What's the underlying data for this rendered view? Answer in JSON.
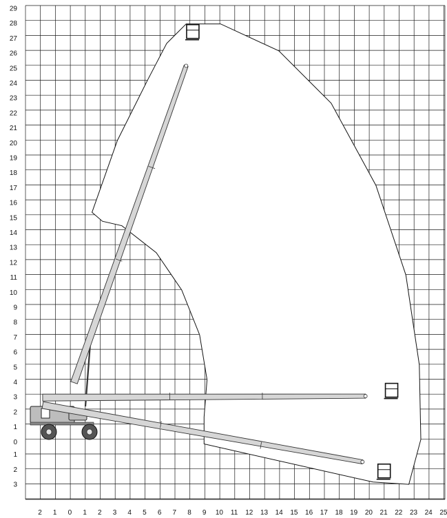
{
  "chart_data": {
    "type": "diagram",
    "title": "",
    "xlabel": "",
    "ylabel": "",
    "x_ticks": [
      "2",
      "1",
      "0",
      "1",
      "2",
      "3",
      "4",
      "5",
      "6",
      "7",
      "8",
      "9",
      "10",
      "11",
      "12",
      "13",
      "14",
      "15",
      "16",
      "17",
      "18",
      "19",
      "20",
      "21",
      "22",
      "23",
      "24",
      "25"
    ],
    "y_ticks_up": [
      "29",
      "28",
      "27",
      "26",
      "25",
      "24",
      "23",
      "22",
      "21",
      "20",
      "19",
      "18",
      "17",
      "16",
      "15",
      "14",
      "13",
      "12",
      "11",
      "10",
      "9",
      "8",
      "7",
      "6",
      "5",
      "4",
      "3",
      "2",
      "1",
      "0"
    ],
    "y_ticks_down": [
      "1",
      "2",
      "3"
    ],
    "x_range": [
      -2,
      25
    ],
    "y_range": [
      -3,
      29
    ],
    "grid": true,
    "working_envelope": [
      [
        8.9,
        27.8
      ],
      [
        10.1,
        27.8
      ],
      [
        14,
        26
      ],
      [
        17.5,
        22.5
      ],
      [
        20.5,
        17
      ],
      [
        22.5,
        11
      ],
      [
        23.4,
        5
      ],
      [
        23.5,
        0
      ],
      [
        22.7,
        -3.0
      ],
      [
        20.3,
        -2.85
      ],
      [
        9.0,
        -0.3
      ],
      [
        9.0,
        1.5
      ],
      [
        9.2,
        4.0
      ],
      [
        8.7,
        7.0
      ],
      [
        7.5,
        10.0
      ],
      [
        5.8,
        12.5
      ],
      [
        3.5,
        14.3
      ],
      [
        2.2,
        14.6
      ],
      [
        1.5,
        15.2
      ],
      [
        3.2,
        20
      ],
      [
        5.2,
        24
      ],
      [
        6.5,
        26.5
      ],
      [
        7.8,
        27.8
      ]
    ],
    "booms": [
      {
        "name": "",
        "from": [
          0.3,
          3.8
        ],
        "to": [
          7.8,
          25.0
        ],
        "joints": [
          [
            3.3,
            12.0
          ],
          [
            5.5,
            18.2
          ]
        ]
      },
      {
        "name": "",
        "from": [
          -1.8,
          2.8
        ],
        "to": [
          19.8,
          2.9
        ],
        "joints": [
          [
            6.7,
            2.9
          ],
          [
            12.9,
            2.9
          ]
        ]
      },
      {
        "name": "",
        "from": [
          -1.8,
          2.3
        ],
        "to": [
          19.6,
          -1.5
        ],
        "joints": [
          [
            6.1,
            1.0
          ],
          [
            12.8,
            -0.4
          ]
        ]
      }
    ],
    "baskets": [
      {
        "at": [
          8.2,
          27.2
        ]
      },
      {
        "at": [
          21.5,
          3.2
        ]
      },
      {
        "at": [
          21.0,
          -2.2
        ]
      }
    ]
  }
}
